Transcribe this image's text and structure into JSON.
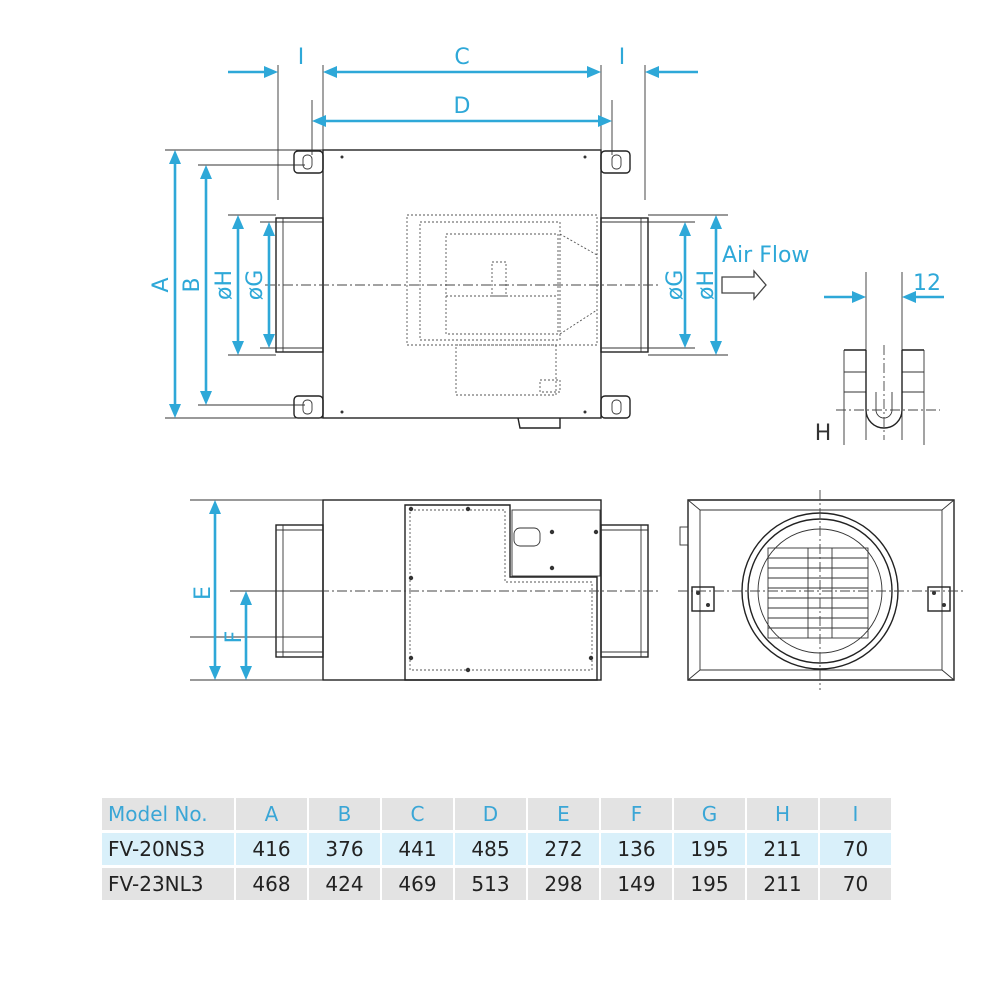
{
  "top_view": {
    "dims": {
      "I_left": "I",
      "C": "C",
      "I_right": "I",
      "D": "D",
      "A": "A",
      "B": "B",
      "H_left": "øH",
      "G_left": "øG",
      "G_right": "øG",
      "H_right": "øH"
    },
    "airflow_label": "Air Flow"
  },
  "detail": {
    "dim_12": "12",
    "dim_H": "H"
  },
  "side_view": {
    "dims": {
      "E": "E",
      "F": "F"
    }
  },
  "table": {
    "headers": [
      "Model No.",
      "A",
      "B",
      "C",
      "D",
      "E",
      "F",
      "G",
      "H",
      "I"
    ],
    "rows": [
      [
        "FV-20NS3",
        "416",
        "376",
        "441",
        "485",
        "272",
        "136",
        "195",
        "211",
        "70"
      ],
      [
        "FV-23NL3",
        "468",
        "424",
        "469",
        "513",
        "298",
        "149",
        "195",
        "211",
        "70"
      ]
    ]
  }
}
